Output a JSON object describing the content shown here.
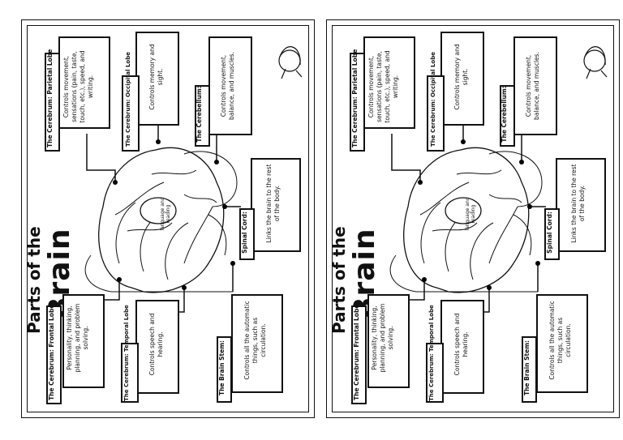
{
  "title": {
    "line1": "Parts of the",
    "line2": "Brain"
  },
  "parts": {
    "parietal": {
      "heading": "The Cerebrum: Parietal Lobe",
      "description": "Controls movement, sensations (pain, taste, touch, etc.), speed, and writing."
    },
    "occipital": {
      "heading": "The Cerebrum: Occipital Lobe",
      "description": "Controls memory and sight."
    },
    "cerebellum": {
      "heading": "The Cerebellum:",
      "description": "Controls movement, balance, and muscles."
    },
    "spinal": {
      "heading": "Spinal Cord:",
      "description": "Links the brain to the rest of the body."
    },
    "frontal": {
      "heading": "The Cerebrum: Frontal Lobe",
      "description": "Personality, thinking, planning, and problem solving."
    },
    "temporal": {
      "heading": "The Cerebrum: Temporal Lobe",
      "description": "Controls speech and hearing."
    },
    "stem": {
      "heading": "The Brain Stem:",
      "description": "Controls all the automatic things, such as circulation."
    }
  },
  "brain_label": "language and reading"
}
